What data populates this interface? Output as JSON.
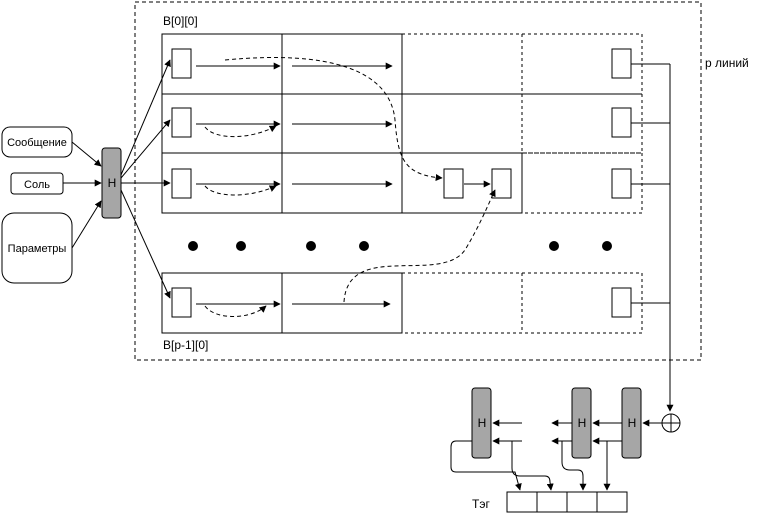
{
  "inputs": {
    "message": "Сообщение",
    "salt": "Соль",
    "params": "Параметры"
  },
  "hash_label": "H",
  "labels": {
    "b00": "B[0][0]",
    "bp10": "B[p-1][0]",
    "p_lines": "p линий",
    "tag": "Тэг"
  }
}
